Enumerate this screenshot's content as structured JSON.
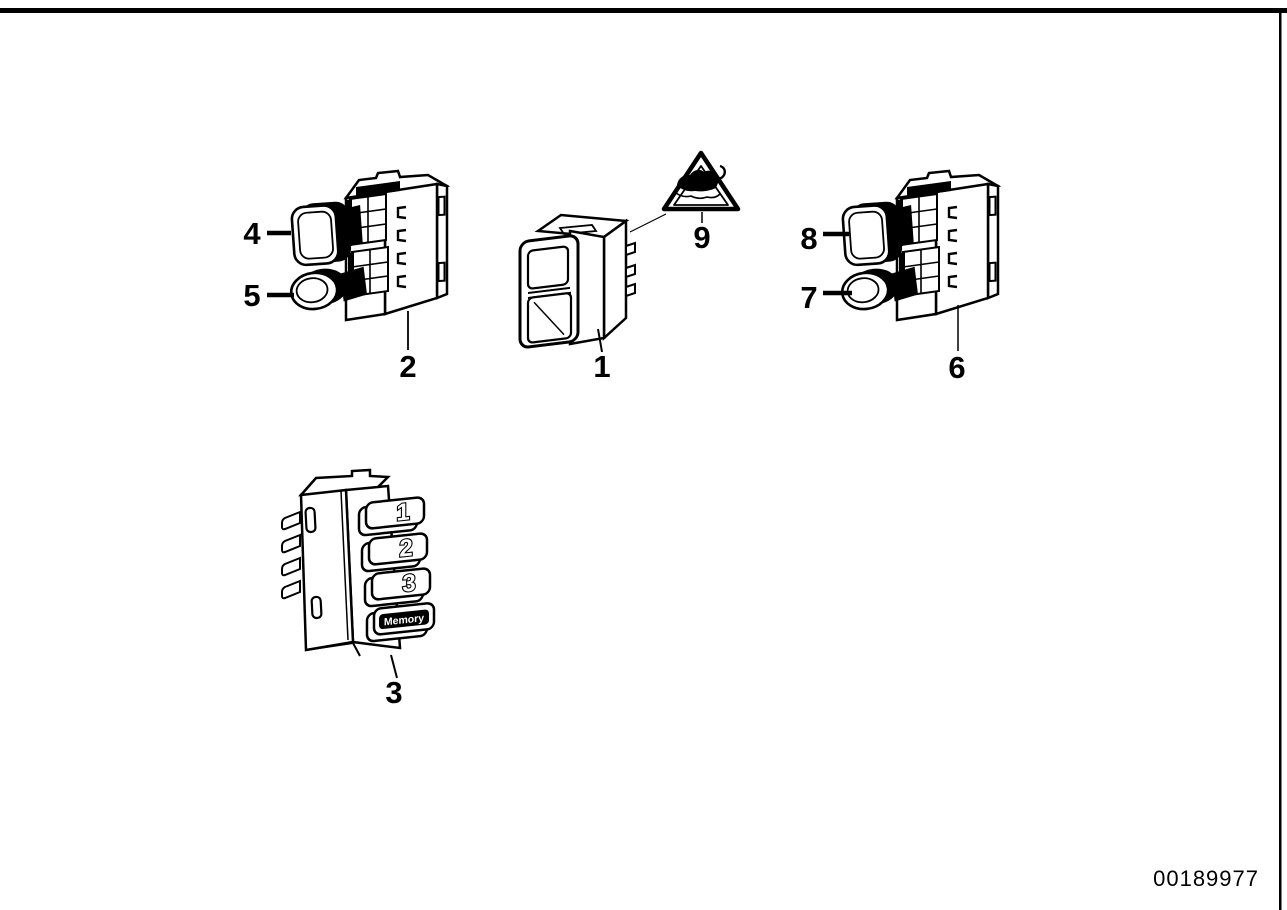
{
  "frame": {
    "image_id": "00189977"
  },
  "callouts": {
    "part1": "1",
    "part2": "2",
    "part3": "3",
    "part4": "4",
    "part5": "5",
    "part6": "6",
    "part7": "7",
    "part8": "8",
    "part9": "9"
  },
  "memory_switch": {
    "button_top": "1",
    "button_middle": "2",
    "button_bottom": "3",
    "memory_button": "Memory"
  },
  "icons": {
    "warning_triangle": "towed-vehicle-warning-icon"
  },
  "colors": {
    "ink": "#000000",
    "paper": "#ffffff"
  }
}
